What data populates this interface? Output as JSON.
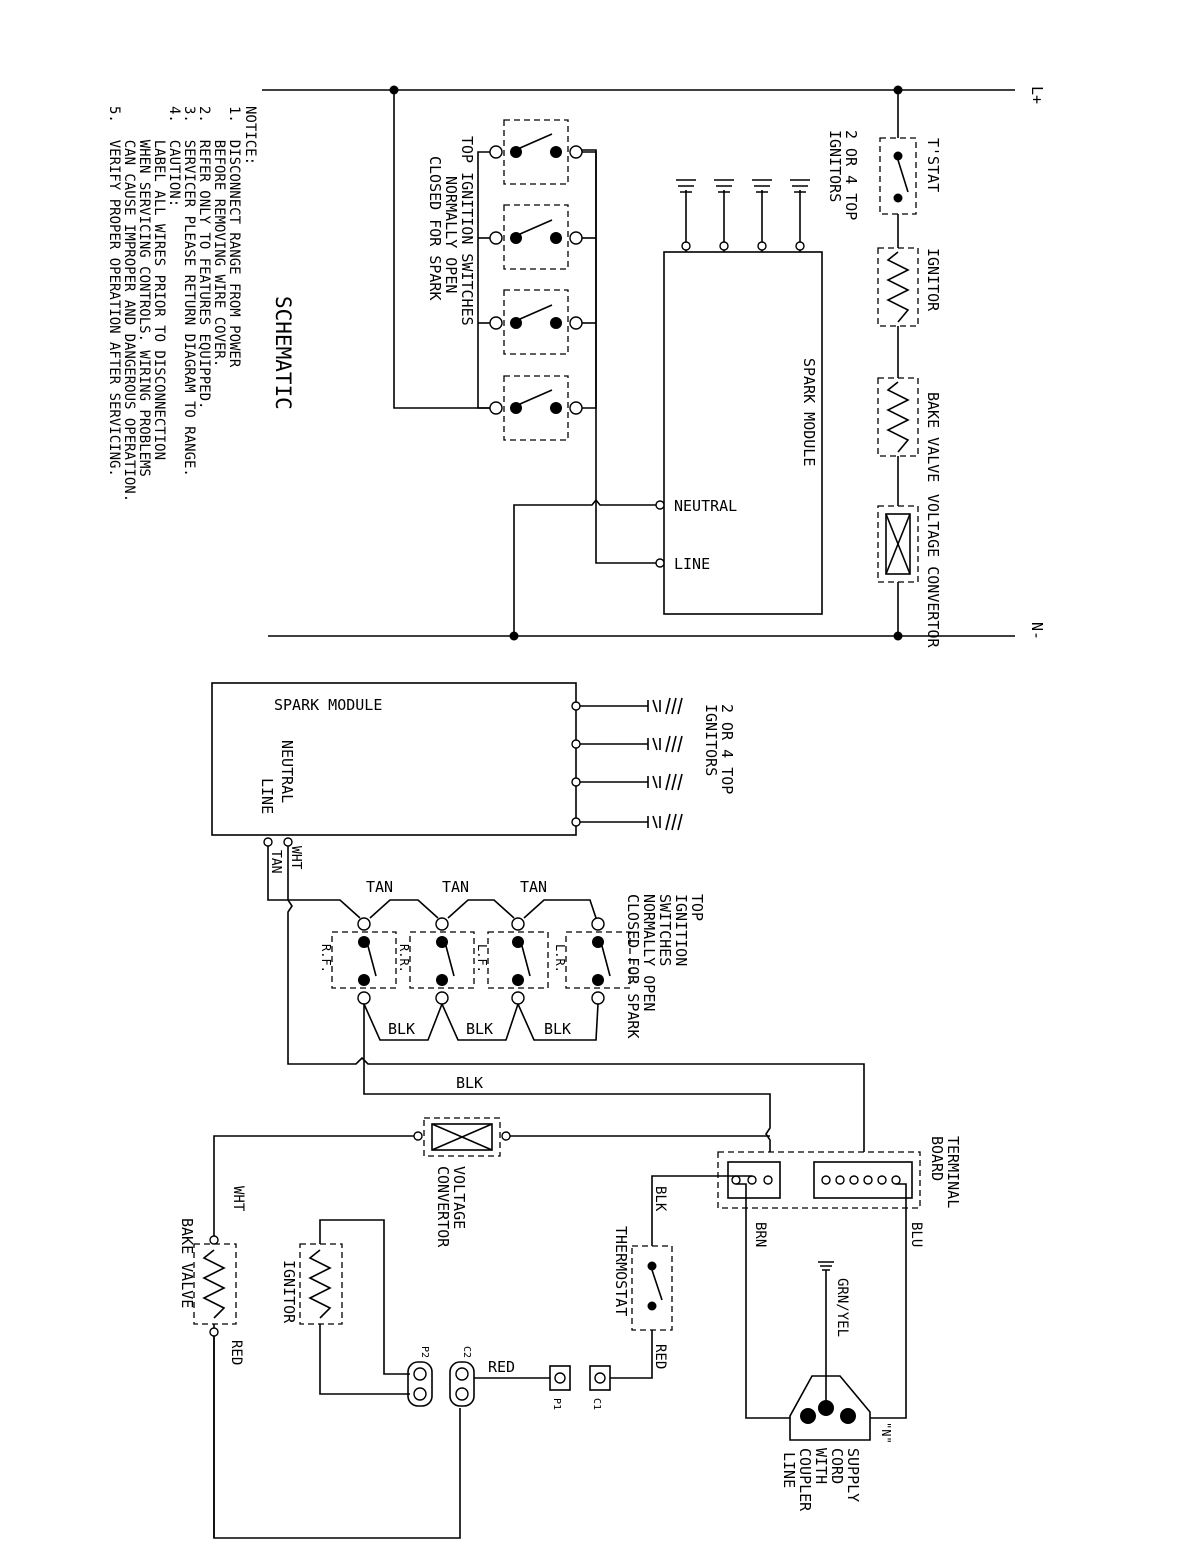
{
  "schematic": {
    "title": "SCHEMATIC",
    "rail_top": "L+",
    "rail_bottom": "N-",
    "tstat": "T'STAT",
    "ignitor": "IGNITOR",
    "bake_valve": "BAKE VALVE",
    "voltage_convertor": "VOLTAGE CONVERTOR",
    "spark_module": "SPARK MODULE",
    "neutral": "NEUTRAL",
    "line": "LINE",
    "top_ignitors": [
      "2 OR 4 TOP",
      "IGNITORS"
    ],
    "switches_note": [
      "TOP IGNITION SWITCHES",
      "NORMALLY OPEN",
      "CLOSED FOR SPARK"
    ]
  },
  "notice": {
    "heading": "NOTICE:",
    "lines": [
      "1.  DISCONNECT RANGE FROM POWER",
      "    BEFORE REMOVING WIRE COVER.",
      "2.  REFER ONLY TO FEATURES EQUIPPED.",
      "3.  SERVICER PLEASE RETURN DIAGRAM TO RANGE.",
      "4.  CAUTION:",
      "    LABEL ALL WIRES PRIOR TO DISCONNECTION",
      "    WHEN SERVICING CONTROLS. WIRING PROBLEMS",
      "    CAN CAUSE IMPROPER AND DANGEROUS OPERATION.",
      "5.  VERIFY PROPER OPERATION AFTER SERVICING."
    ]
  },
  "wiring": {
    "spark_module": "SPARK MODULE",
    "neutral": "NEUTRAL",
    "line": "LINE",
    "top_ignitors": [
      "2 OR 4 TOP",
      "IGNITORS"
    ],
    "switches_note": [
      "TOP",
      "IGNITION",
      "SWITCHES",
      "NORMALLY OPEN",
      "CLOSED FOR SPARK"
    ],
    "switch_labels": [
      "R.F.",
      "R.R.",
      "L.F.",
      "L.R."
    ],
    "wht": "WHT",
    "tan": "TAN",
    "blk": "BLK",
    "red": "RED",
    "brn": "BRN",
    "blu": "BLU",
    "grn_yel": "GRN/YEL",
    "terminal_board": [
      "TERMINAL",
      "BOARD"
    ],
    "voltage_convertor": [
      "VOLTAGE",
      "CONVERTOR"
    ],
    "thermostat": "THERMOSTAT",
    "ignitor": "IGNITOR",
    "bake_valve": "BAKE VALVE",
    "supply_cord": [
      "SUPPLY",
      "CORD",
      "WITH",
      "COUPLER"
    ],
    "n_mark": "\"N\"",
    "line_label": "LINE",
    "conn_c1": "C1",
    "conn_p1": "P1",
    "conn_c2": "C2",
    "conn_p2": "P2"
  }
}
